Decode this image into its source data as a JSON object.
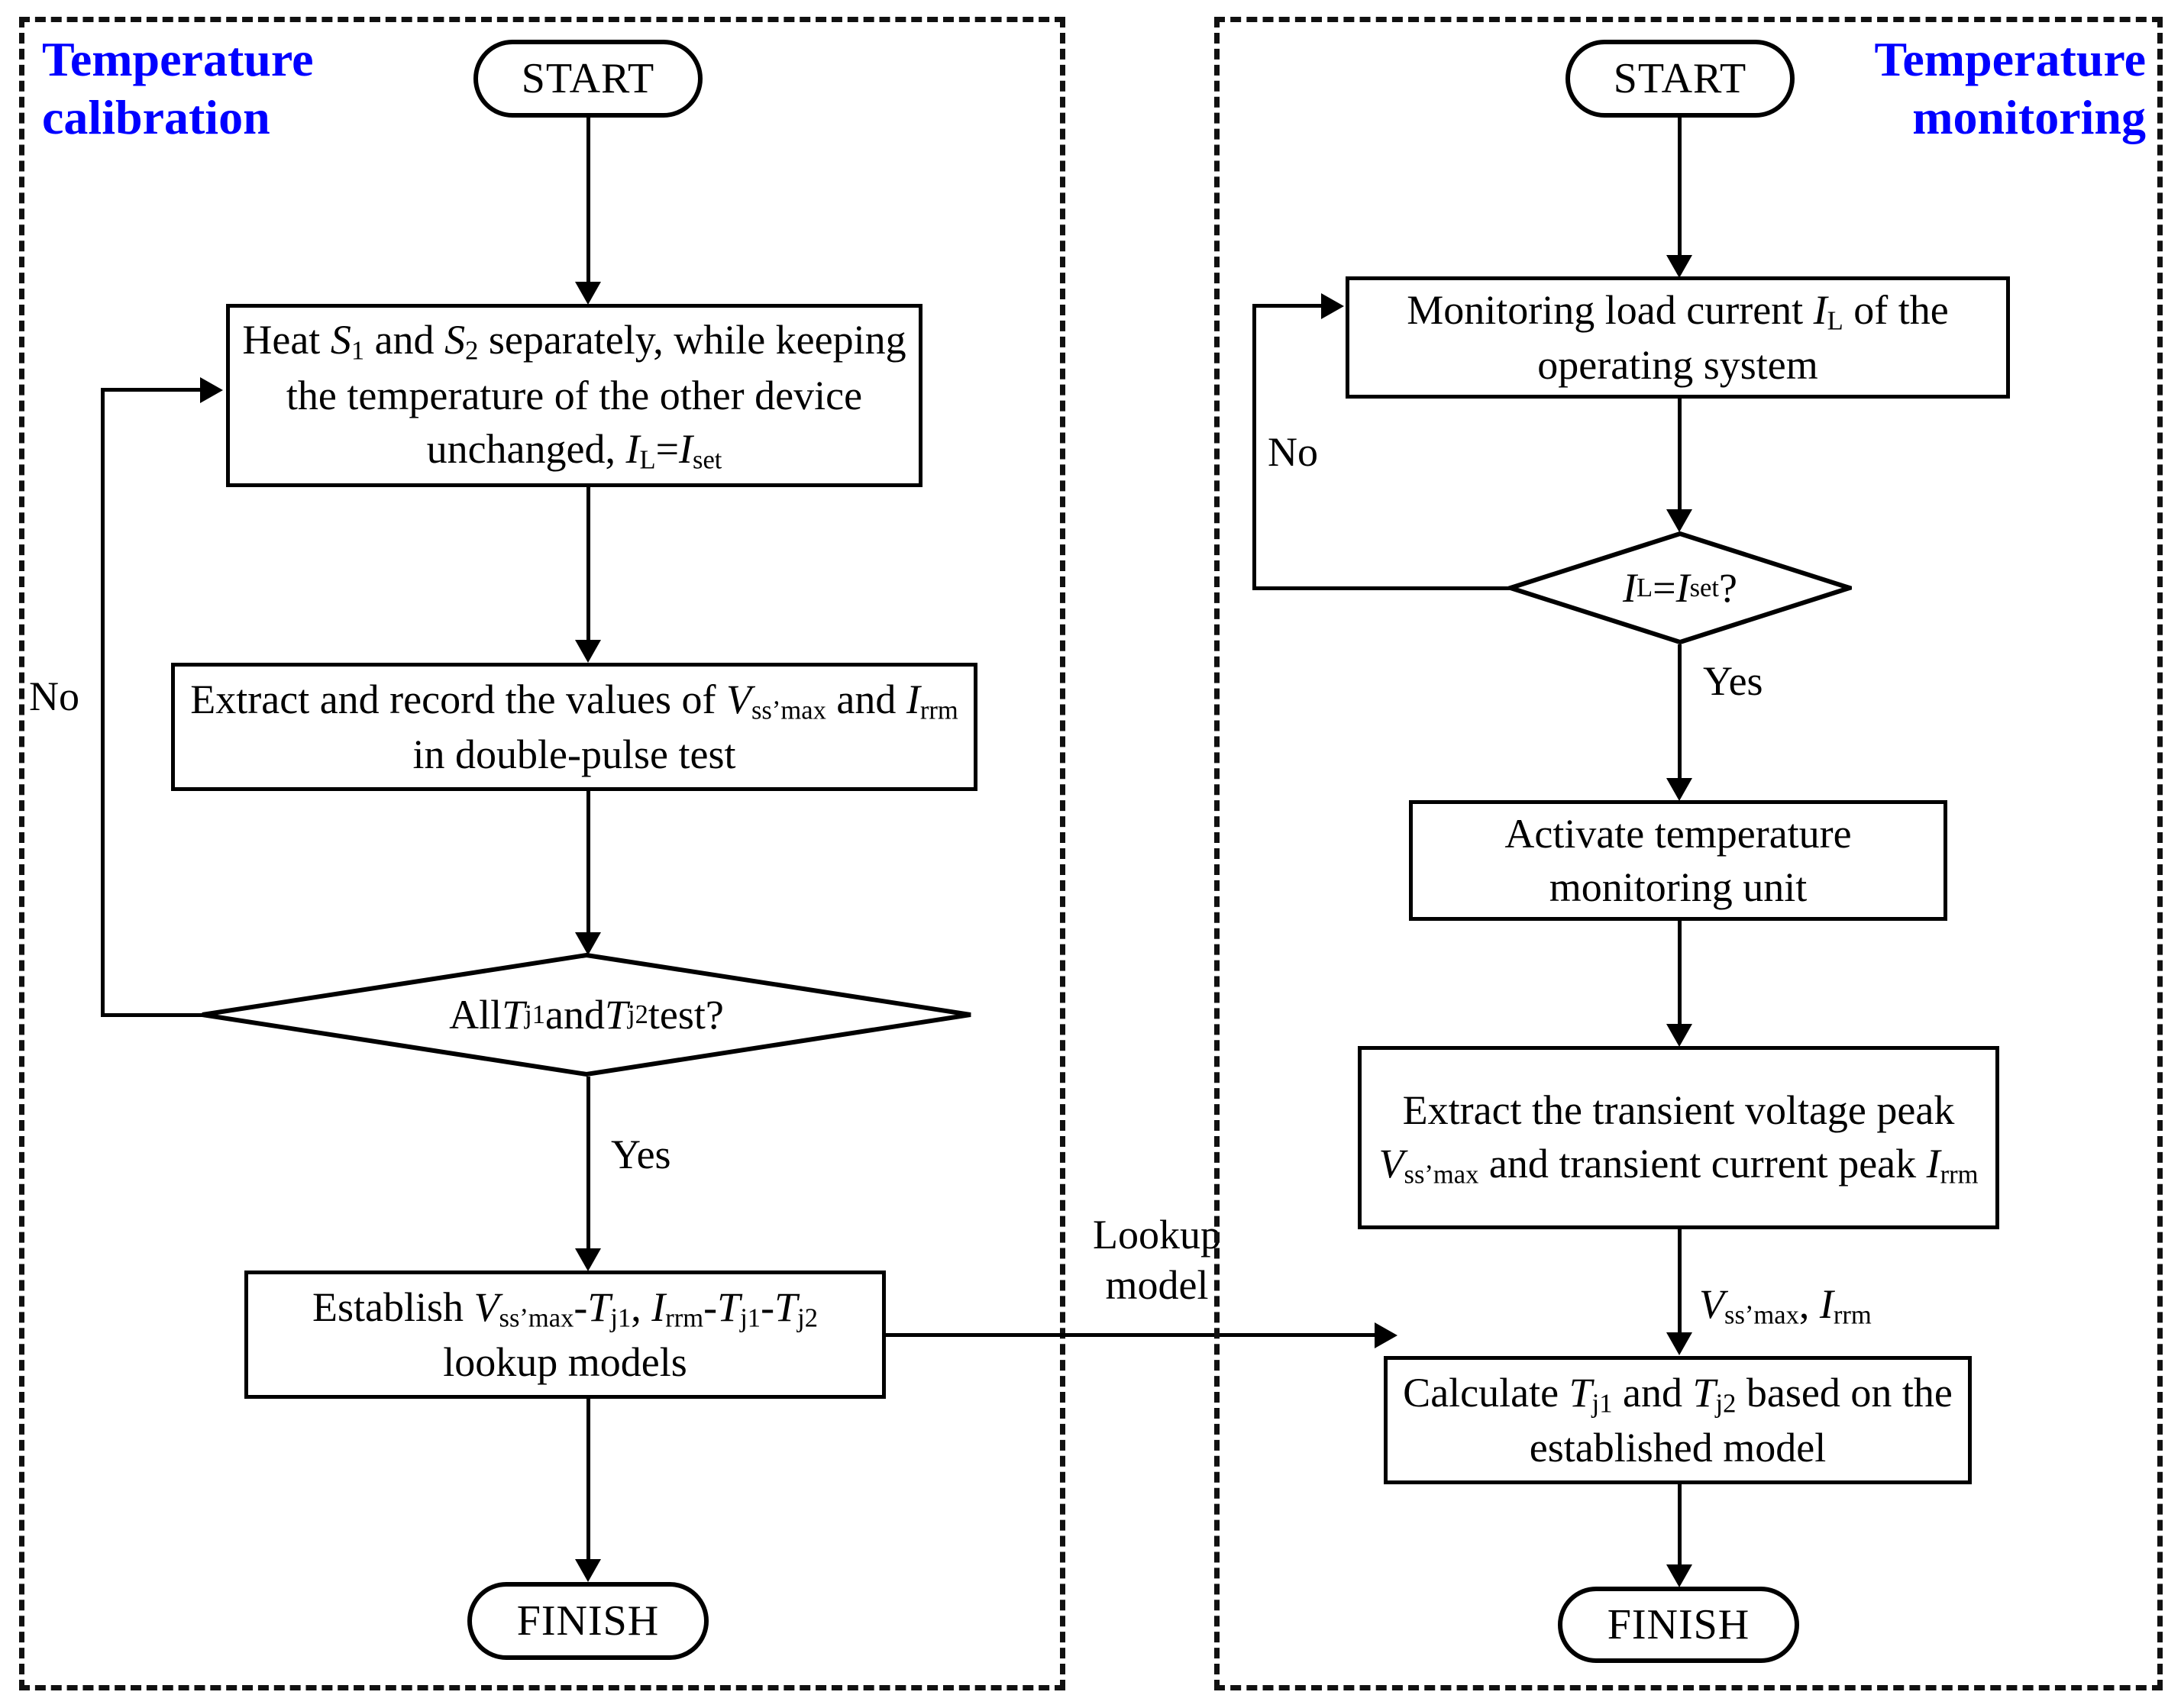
{
  "figure": {
    "type": "flowchart",
    "panels": [
      {
        "id": "temperature-calibration",
        "title": "Temperature\ncalibration",
        "title_color": "#0000FF"
      },
      {
        "id": "temperature-monitoring",
        "title": "Temperature\nmonitoring",
        "title_color": "#0000FF"
      }
    ]
  },
  "left": {
    "title": "Temperature\ncalibration",
    "start": "START",
    "heat_step": "Heat S1 and S2 separately, while keeping the temperature of the other device unchanged, IL=Iset",
    "extract_step": "Extract and record the values of Vss'max and Irrm in double-pulse test",
    "decision": "All Tj1 and Tj2 test?",
    "decision_no": "No",
    "decision_yes": "Yes",
    "establish_step": "Establish Vss'max-Tj1, Irrm-Tj1-Tj2 lookup models",
    "finish": "FINISH"
  },
  "right": {
    "title": "Temperature\nmonitoring",
    "start": "START",
    "monitor_step": "Monitoring load current IL of the operating system",
    "decision": "IL=Iset?",
    "decision_no": "No",
    "decision_yes": "Yes",
    "activate_step": "Activate temperature monitoring unit",
    "extract_step": "Extract the transient voltage peak Vss'max and transient current peak Irrm",
    "transfer_label": "Vss'max, Irrm",
    "calculate_step": "Calculate Tj1 and Tj2 based on the established model",
    "finish": "FINISH"
  },
  "bridge": {
    "label": "Lookup\nmodel"
  }
}
